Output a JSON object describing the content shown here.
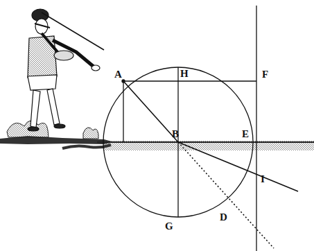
{
  "diagram": {
    "labels": [
      "A",
      "H",
      "F",
      "B",
      "E",
      "I",
      "G",
      "D"
    ]
  }
}
